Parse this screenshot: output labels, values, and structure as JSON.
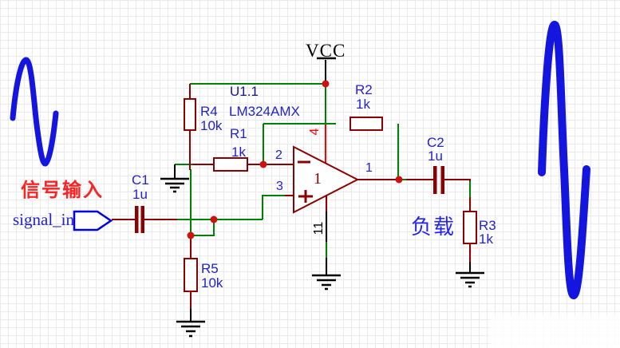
{
  "power": {
    "vcc_label": "VCC"
  },
  "opamp": {
    "designator": "U1.1",
    "part_number": "LM324AMX",
    "gate_number": "1",
    "pin_inverting": "2",
    "pin_noninverting": "3",
    "pin_output": "1",
    "pin_vplus": "4",
    "pin_vminus": "11"
  },
  "components": {
    "R1": {
      "ref": "R1",
      "value": "1k"
    },
    "R2": {
      "ref": "R2",
      "value": "1k"
    },
    "R3": {
      "ref": "R3",
      "value": "1k"
    },
    "R4": {
      "ref": "R4",
      "value": "10k"
    },
    "R5": {
      "ref": "R5",
      "value": "10k"
    },
    "C1": {
      "ref": "C1",
      "value": "1u"
    },
    "C2": {
      "ref": "C2",
      "value": "1u"
    }
  },
  "annotations": {
    "input_label_cn": "信号输入",
    "input_port": "signal_in",
    "load_label_cn": "负载"
  },
  "colors": {
    "wire_green": "#008000",
    "component_maroon": "#8b0000",
    "label_blue": "#2222cc",
    "designator_navy": "#16168c",
    "junction_red": "#cc1111",
    "pin4_red": "#ff0000",
    "annotation_red": "#ff2222",
    "annotation_blue": "#2222ff",
    "sine_blue": "#1515e0"
  }
}
